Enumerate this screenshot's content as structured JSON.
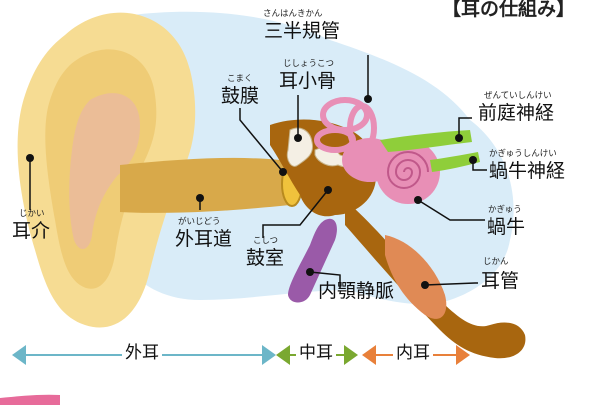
{
  "title": "【耳の仕組み】",
  "labels": {
    "semicircular": {
      "text": "三半規管",
      "ruby": "さんはんきかん"
    },
    "ossicles": {
      "text": "耳小骨",
      "ruby": "じしょうこつ"
    },
    "eardrum": {
      "text": "鼓膜",
      "ruby": "こまく"
    },
    "vestibular": {
      "text": "前庭神経",
      "ruby": "ぜんていしんけい"
    },
    "cochlear_nerve": {
      "text": "蝸牛神経",
      "ruby": "かぎゅうしんけい"
    },
    "auricle": {
      "text": "耳介",
      "ruby": "じかい"
    },
    "ear_canal": {
      "text": "外耳道",
      "ruby": "がいじどう"
    },
    "tympanic_cavity": {
      "text": "鼓室",
      "ruby": "こしつ"
    },
    "cochlea": {
      "text": "蝸牛",
      "ruby": "かぎゅう"
    },
    "jugular_vein": {
      "text": "内顎静脈",
      "ruby": ""
    },
    "eustachian": {
      "text": "耳管",
      "ruby": "じかん"
    }
  },
  "sections": {
    "outer": "外耳",
    "middle": "中耳",
    "inner": "内耳"
  },
  "colors": {
    "skin": "#f6dc93",
    "skin_shadow": "#e9bf5f",
    "bone": "#d9ecf8",
    "canal": "#d8a94a",
    "middle_ear": "#a8660f",
    "cochlea": "#e88fb6",
    "nerve": "#8fce3a",
    "vein": "#9a5aa8",
    "eustachian": "#e08a55",
    "outer_arrow": "#6cb6c8",
    "middle_arrow": "#7aa830",
    "inner_arrow": "#e8803a"
  }
}
